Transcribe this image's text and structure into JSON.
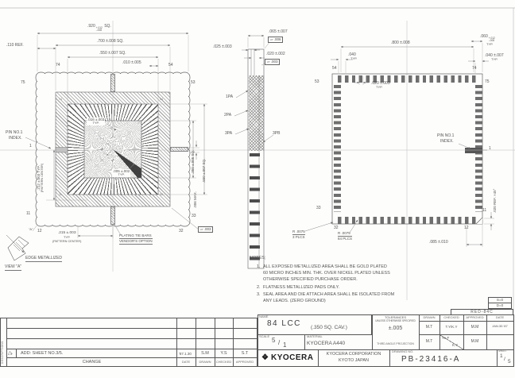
{
  "top_view": {
    "dim_920": ".920",
    "dim_920_tp": "+.012",
    "dim_920_tm": "-.008",
    "dim_920_sfx": "SQ.",
    "dim_700": ".700 ±.008 SQ.",
    "dim_550": ".550 ±.007 SQ.",
    "dim_010": ".010 ±.005",
    "dim_110": ".110 REF.",
    "pin1_line1": "PIN NO.1",
    "pin1_line2": "INDEX.",
    "dim_212": ".212 ±.003 TYP.",
    "dim_212_sub": "(PATTERN CENTER)",
    "callout_016": ".016 ±.003",
    "callout_016_sub": "TYP.",
    "callout_005": ".005 ±.002",
    "callout_005_sub": "TYP.",
    "dim_350": ".350 ±.005 SQ.",
    "dim_550_right": ".550 ±.007 SQ.",
    "dim_006": ".006 MAX.",
    "dim_215": ".215 ±.003",
    "dim_215_sub": "TYP.",
    "dim_215_sub2": "(PATTERN CENTER)",
    "plating1": "PLATING TIE BARS",
    "plating2": "VENDOR'S OPTION",
    "edge_metallized": "EDGE METALLIZED",
    "view_a": "VIEW \"A\"",
    "flatness": "⏥ .003",
    "p74": "74",
    "p54": "54",
    "p75": "75",
    "p53": "53",
    "p11": "11",
    "p12": "12",
    "p33": "33",
    "p32": "32",
    "p1": "1",
    "corner_a": "\"A\"",
    "i74": "74",
    "i54": "54",
    "i11": "11",
    "i33": "33"
  },
  "section_view": {
    "dim_065": ".065 ±.007",
    "flat_top": "⏥ .006",
    "dim_025": ".025 ±.003",
    "dim_020": ".020 ±.002",
    "flat_mid": "⏥ .003",
    "l1": "1PA",
    "l2": "2PA",
    "l3": "3PA",
    "l4": "3PB"
  },
  "bottom_view": {
    "dim_800": ".800 ±.008",
    "dim_060": ".060",
    "dim_060_tp": "+.012",
    "dim_060_tm": "-.008",
    "dim_060_sfx": "TYP.",
    "dim_040a": ".040",
    "dim_040a_sub": "TYP.",
    "dim_040b": ".040 ±.007",
    "dim_040b_sub": "TYP.",
    "dim_020": ".020 ±.003",
    "dim_020_sub": "TYP.",
    "pin1_line1": "PIN NO.1",
    "pin1_line2": "INDEX.",
    "chamfer": ".020 REF. ×45°",
    "dim_085": ".085 ±.010",
    "r3_1": "R .0075",
    "r3_2": "3 PLCS",
    "r84_1": "R .0075",
    "r84_2": "84 PLCS",
    "p54": "54",
    "p74": "74",
    "p53": "53",
    "p75": "75",
    "p33": "33",
    "p32": "32",
    "p11": "11",
    "p12": "12",
    "p1": "1"
  },
  "notes": {
    "title": "NOTES;",
    "n1": "1.",
    "n1_l1": "ALL EXPOSED METALLIZED AREA SHALL BE GOLD PLATED",
    "n1_l2": "60 MICRO INCHES MIN. THK. OVER NICKEL PLATED UNLESS",
    "n1_l3": "OTHERWISE SPECIFIED PURCHASE ORDER.",
    "n2": "2.",
    "n2_l1": "FLATNESS METALLIZED PADS ONLY.",
    "n3": "3.",
    "n3_l1": "SEAL AREA AND DIE ATTACH AREA SHALL BE ISOLATED FROM",
    "n3_l2": "ANY LEADS. (ZERO GROUND)"
  },
  "title_block": {
    "name_label": "NAME",
    "name": "84 LCC",
    "name_detail": "(.350 SQ. CAV.)",
    "scale_label": "SCALE",
    "scale_num": "5",
    "scale_slash": "/",
    "scale_den": "1",
    "material_label": "MATERIAL",
    "material": "KYOCERA A440",
    "tol1": "TOLERANCES",
    "tol2": "UNLESS OTHERWISE SPECIFIED",
    "tol_value": "±.005",
    "projection": "THIRD ANGLE PROJECTION",
    "code": "RED-84C",
    "s0": "S=0",
    "d0": "D=0",
    "h_drawn": "DRAWN",
    "h_checked": "CHECKED",
    "h_approved": "APPROVED",
    "h_date": "DATE",
    "r1_drawn": "M.T",
    "r1_checked": "T.Y/K.Y",
    "r1_approved": "M.M",
    "r1_date": "JAN.30.'87",
    "r2_drawn": "M.T",
    "r2_checked_a": "Yu.F",
    "r2_checked_b": "K.Y",
    "r2_approved": "M.M",
    "logo_mark": "❖",
    "logo_text": "KYOCERA",
    "corp1": "KYOCERA CORPORATION",
    "corp2": "KYOTO JAPAN",
    "dno_label": "DRAWING NO.",
    "dno": "PB-23416-A",
    "sheet_label": "SHEET",
    "sheet_num": "1",
    "sheet_slash": "/",
    "sheet_den": "5"
  },
  "revision_block": {
    "side_label": "DESCRIPTIONS",
    "mark_symbol": "△",
    "mark": "A",
    "text": "ADD: SHEET NO.3/5.",
    "date": "'87.1.30",
    "drawn": "S.M",
    "checked": "Y.S",
    "approved": "S.T",
    "f_change": "CHANGE",
    "f_date": "DATE",
    "f_drawn": "DRAWN",
    "f_checked": "CHECKED",
    "f_approved": "APPROVED"
  }
}
